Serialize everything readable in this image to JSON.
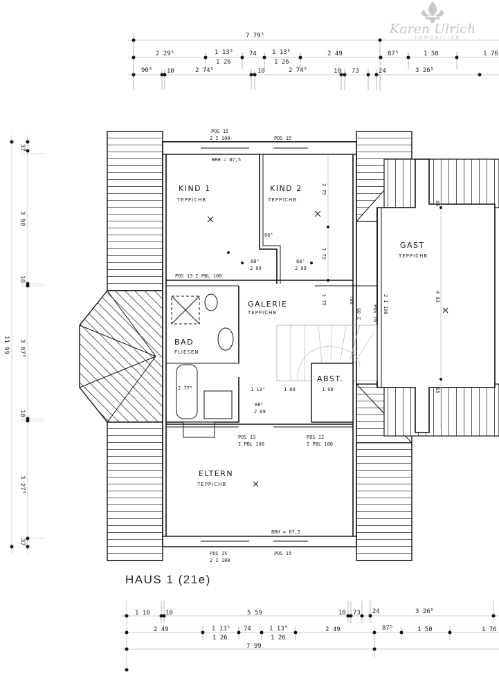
{
  "title": "HAUS 1 (21e)",
  "watermark": {
    "name": "Karen Ulrich",
    "sub": "IMMOBILIEN"
  },
  "dims_top": [
    "7 79⁵",
    "2 29⁵",
    "1 13⁵",
    "1 26",
    "74",
    "1 13⁵",
    "1 26",
    "2 49",
    "87⁵",
    "1 50",
    "1 76",
    "90⁵",
    "10",
    "2 74⁵",
    "10",
    "2 74⁵",
    "10",
    "73",
    "24",
    "3 26⁵"
  ],
  "dims_bottom": [
    "1 10",
    "10",
    "5 59",
    "10",
    "73",
    "24",
    "3 26⁵",
    "2 49",
    "1 13⁵",
    "1 26",
    "74",
    "1 13⁵",
    "1 26",
    "2 49",
    "87⁵",
    "1 50",
    "1 76",
    "7 99"
  ],
  "dims_left": [
    "37",
    "3 90",
    "10",
    "3 87⁵",
    "10",
    "3 27⁵",
    "37",
    "11 99"
  ],
  "rooms": [
    {
      "name": "KIND 1",
      "floor": "TEPPICHB"
    },
    {
      "name": "KIND 2",
      "floor": "TEPPICHB"
    },
    {
      "name": "GAST",
      "floor": "TEPPICHB"
    },
    {
      "name": "GALERIE",
      "floor": "TEPPICHB"
    },
    {
      "name": "BAD",
      "floor": "FLIESEN"
    },
    {
      "name": "ABST.",
      "floor": ""
    },
    {
      "name": "ELTERN",
      "floor": "TEPPICHB"
    }
  ],
  "annotations": [
    "POS 15",
    "2 I 100",
    "POS 15",
    "BRH = 87,5",
    "POS 13 I PBL 100",
    "66⁵",
    "88⁵",
    "2 09",
    "88⁵",
    "2 09",
    "2 75",
    "1 75",
    "POS 76",
    "2 I 100",
    "1 13⁵",
    "1 00",
    "1 98",
    "88⁵",
    "2 09",
    "2 77⁵",
    "POS 13",
    "I PBL 100",
    "POS 12",
    "I PBL 100",
    "BRH = 87,5",
    "POS 15",
    "2 I 100",
    "POS 15",
    "4 93",
    "65",
    "65",
    "1 75",
    "88⁵",
    "2 09"
  ]
}
